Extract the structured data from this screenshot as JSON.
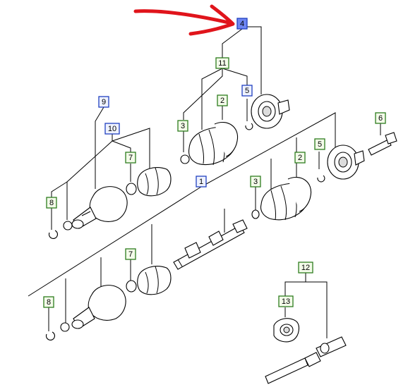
{
  "diagram": {
    "callouts": [
      {
        "id": "c4",
        "text": "4",
        "style": "selected"
      },
      {
        "id": "c11",
        "text": "11",
        "style": "green"
      },
      {
        "id": "c2a",
        "text": "2",
        "style": "green"
      },
      {
        "id": "c5a",
        "text": "5",
        "style": "blue"
      },
      {
        "id": "c3a",
        "text": "3",
        "style": "green"
      },
      {
        "id": "c9",
        "text": "9",
        "style": "blue"
      },
      {
        "id": "c10",
        "text": "10",
        "style": "blue"
      },
      {
        "id": "c7a",
        "text": "7",
        "style": "green"
      },
      {
        "id": "c8a",
        "text": "8",
        "style": "green"
      },
      {
        "id": "c1",
        "text": "1",
        "style": "blue"
      },
      {
        "id": "c3b",
        "text": "3",
        "style": "green"
      },
      {
        "id": "c2b",
        "text": "2",
        "style": "green"
      },
      {
        "id": "c5b",
        "text": "5",
        "style": "green"
      },
      {
        "id": "c6",
        "text": "6",
        "style": "green"
      },
      {
        "id": "c7b",
        "text": "7",
        "style": "green"
      },
      {
        "id": "c8b",
        "text": "8",
        "style": "green"
      },
      {
        "id": "c12",
        "text": "12",
        "style": "green"
      },
      {
        "id": "c13",
        "text": "13",
        "style": "green"
      }
    ],
    "colors": {
      "label_green_border": "#2e7d1e",
      "label_blue_border": "#1f3fbf",
      "selected_fill": "#6e86f2",
      "arrow": "#e0141b"
    }
  }
}
